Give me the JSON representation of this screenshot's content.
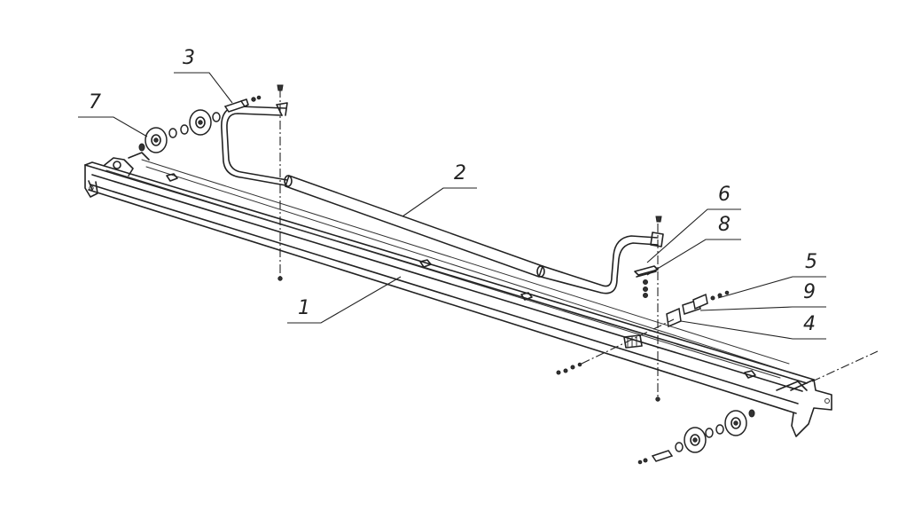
{
  "callouts": [
    {
      "id": "1",
      "label": "1"
    },
    {
      "id": "2",
      "label": "2"
    },
    {
      "id": "3",
      "label": "3"
    },
    {
      "id": "4",
      "label": "4"
    },
    {
      "id": "5",
      "label": "5"
    },
    {
      "id": "6",
      "label": "6"
    },
    {
      "id": "7",
      "label": "7"
    },
    {
      "id": "8",
      "label": "8"
    },
    {
      "id": "9",
      "label": "9"
    }
  ],
  "colors": {
    "ink": "#222222",
    "background": "#ffffff"
  }
}
